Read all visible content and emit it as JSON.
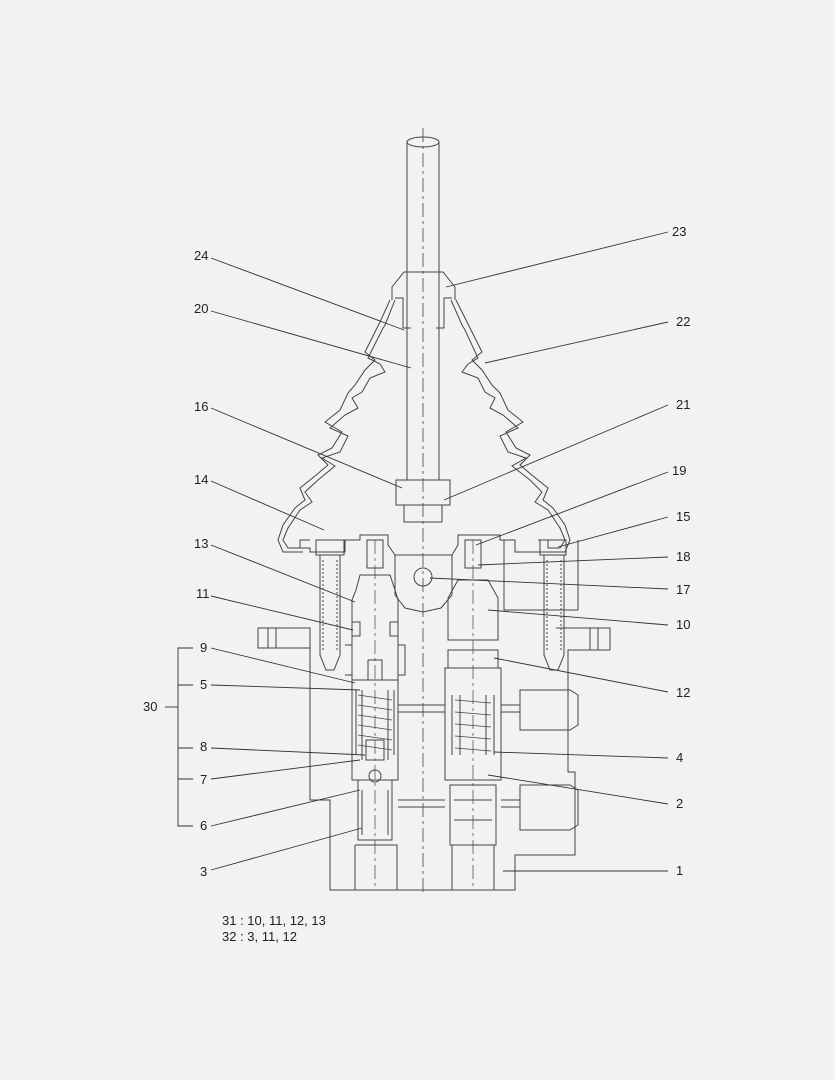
{
  "diagram": {
    "callouts": [
      "1",
      "2",
      "3",
      "4",
      "5",
      "6",
      "7",
      "8",
      "9",
      "10",
      "11",
      "12",
      "13",
      "14",
      "15",
      "16",
      "17",
      "18",
      "19",
      "20",
      "21",
      "22",
      "23",
      "24"
    ],
    "group_label": "30",
    "notes": [
      "31 : 10, 11, 12, 13",
      "32 : 3, 11, 12"
    ],
    "colors": {
      "line": "#444444",
      "background": "#f2f2f2",
      "text": "#222222"
    }
  }
}
